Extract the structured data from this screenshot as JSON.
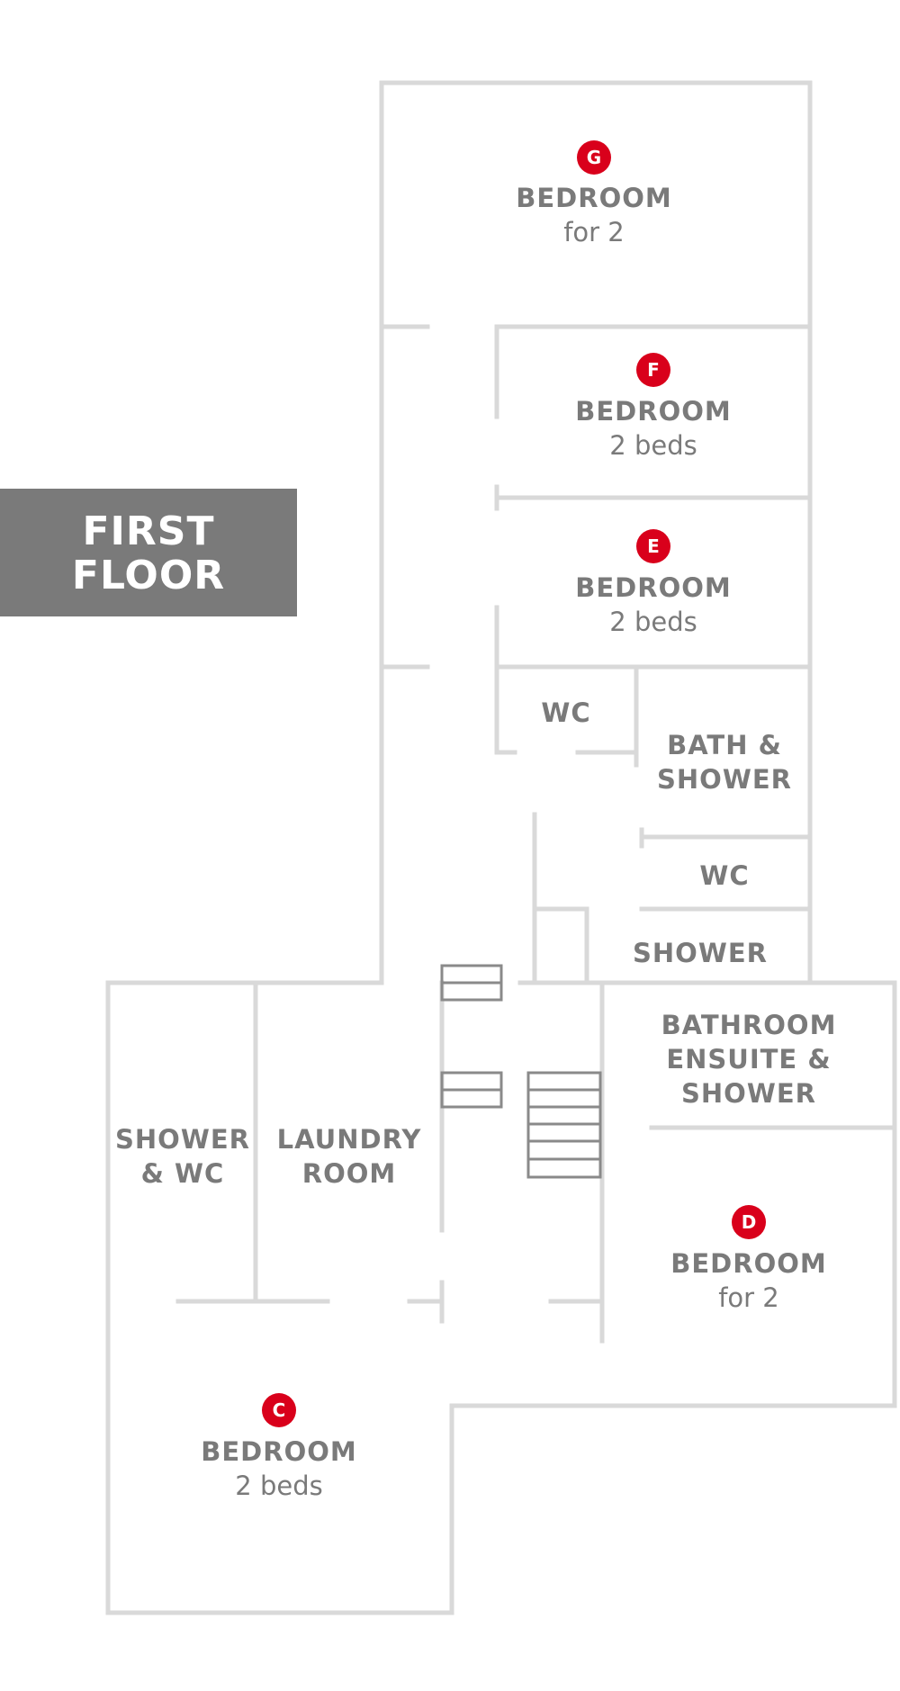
{
  "floor_label": {
    "line1": "FIRST",
    "line2": "FLOOR",
    "bg_color": "#7a7a7a"
  },
  "colors": {
    "wall": "#d9d9d9",
    "text": "#7a7a7a",
    "badge": "#d9001b",
    "stairs": "#8a8a8a"
  },
  "rooms": {
    "g": {
      "badge": "G",
      "name": "BEDROOM",
      "sub": "for 2"
    },
    "f": {
      "badge": "F",
      "name": "BEDROOM",
      "sub": "2 beds"
    },
    "e": {
      "badge": "E",
      "name": "BEDROOM",
      "sub": "2 beds"
    },
    "wc1": {
      "name": "WC"
    },
    "bath": {
      "line1": "BATH &",
      "line2": "SHOWER"
    },
    "wc2": {
      "name": "WC"
    },
    "shower": {
      "name": "SHOWER"
    },
    "ensuite": {
      "line1": "BATHROOM",
      "line2": "ENSUITE &",
      "line3": "SHOWER"
    },
    "d": {
      "badge": "D",
      "name": "BEDROOM",
      "sub": "for 2"
    },
    "showerwc": {
      "line1": "SHOWER",
      "line2": "& WC"
    },
    "laundry": {
      "line1": "LAUNDRY",
      "line2": "ROOM"
    },
    "c": {
      "badge": "C",
      "name": "BEDROOM",
      "sub": "2 beds"
    }
  }
}
